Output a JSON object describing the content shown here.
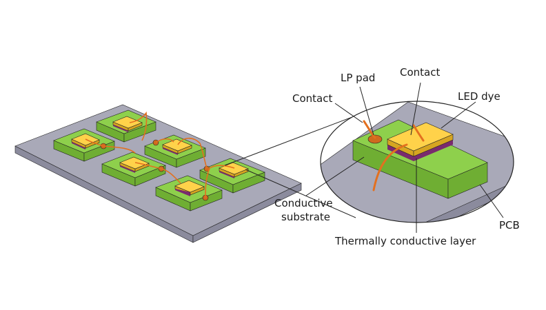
{
  "labels": {
    "lp_pad": "LP pad",
    "contact_top": "Contact",
    "contact_left": "Contact",
    "led_dye": "LED dye",
    "conductive_substrate_line1": "Conductive",
    "conductive_substrate_line2": "substrate",
    "thermally_conductive_layer": "Thermally conductive layer",
    "pcb": "PCB"
  },
  "colors": {
    "pcb_top": "#a9a9b8",
    "pcb_side": "#8b8b9d",
    "substrate_top": "#8ed04c",
    "substrate_side": "#6fae33",
    "led_top": "#ffd24a",
    "led_side": "#d6a521",
    "thermal_layer": "#7a2a6e",
    "wire": "#e3701f",
    "pad": "#cf6a1e",
    "line": "#222222"
  }
}
